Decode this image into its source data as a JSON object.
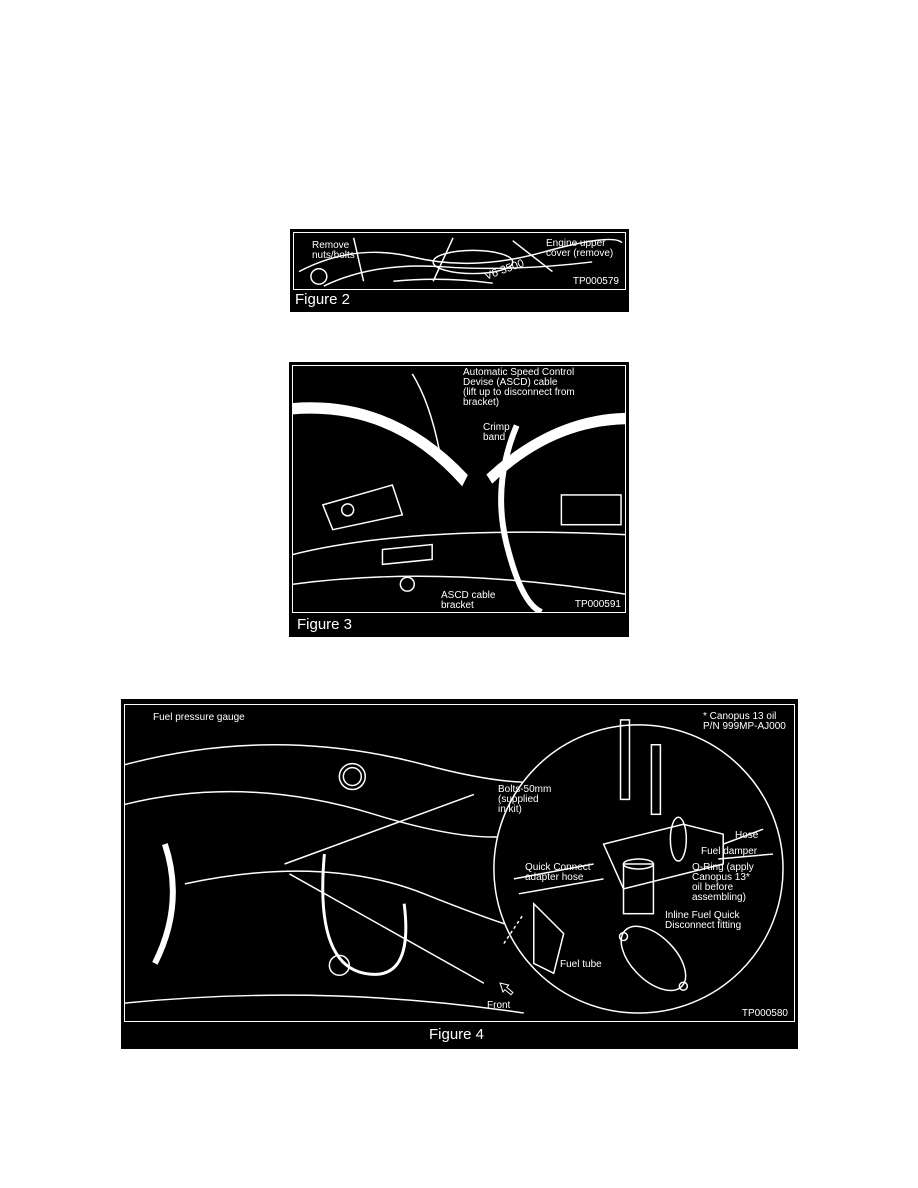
{
  "figures": [
    {
      "caption": "Figure 2",
      "code": "TP000579",
      "labels": [
        "Remove\nnuts/bolts",
        "Engine upper\ncover (remove)",
        "V6 3500"
      ]
    },
    {
      "caption": "Figure 3",
      "code": "TP000591",
      "labels": [
        "Automatic Speed Control\nDevise (ASCD) cable\n(lift up to disconnect from\nbracket)",
        "Crimp\nband",
        "ASCD cable\nbracket"
      ]
    },
    {
      "caption": "Figure 4",
      "code": "TP000580",
      "labels": [
        "Fuel pressure gauge",
        "* Canopus 13 oil\nP/N 999MP-AJ000",
        "Bolts-50mm\n(supplied\nin kit)",
        "Hose",
        "Fuel damper",
        "Quick Connect\nadapter hose",
        "O-Ring (apply\nCanopus 13*\noil before\nassembling)",
        "Inline Fuel Quick\nDisconnect fitting",
        "Fuel tube",
        "Front"
      ]
    }
  ]
}
